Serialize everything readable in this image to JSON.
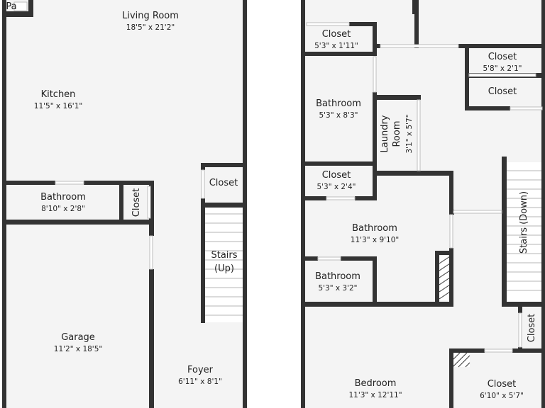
{
  "colors": {
    "wall": "#333333",
    "floor": "#f4f4f4",
    "background": "#ffffff"
  },
  "left_plan": {
    "pantry": {
      "label": "Pa"
    },
    "living_room": {
      "label": "Living Room",
      "dims": "18'5\" x 21'2\""
    },
    "kitchen": {
      "label": "Kitchen",
      "dims": "11'5\" x 16'1\""
    },
    "bathroom": {
      "label": "Bathroom",
      "dims": "8'10\" x 2'8\""
    },
    "closet_small": {
      "label": "Closet"
    },
    "closet_stairs": {
      "label": "Closet"
    },
    "stairs": {
      "line1": "Stairs",
      "line2": "(Up)"
    },
    "garage": {
      "label": "Garage",
      "dims": "11'2\" x 18'5\""
    },
    "foyer": {
      "label": "Foyer",
      "dims": "6'11\" x 8'1\""
    }
  },
  "right_plan": {
    "closet_a": {
      "label": "Closet",
      "dims": "5'3\" x 1'11\""
    },
    "closet_b": {
      "label": "Closet",
      "dims": "5'8\" x 2'1\""
    },
    "closet_c": {
      "label": "Closet"
    },
    "bathroom_a": {
      "label": "Bathroom",
      "dims": "5'3\" x 8'3\""
    },
    "laundry": {
      "line1": "Laundry",
      "line2": "Room",
      "dims": "3'1\" x 5'7\""
    },
    "closet_d": {
      "label": "Closet",
      "dims": "5'3\" x 2'4\""
    },
    "bathroom_b": {
      "label": "Bathroom",
      "dims": "11'3\" x 9'10\""
    },
    "bathroom_c": {
      "label": "Bathroom",
      "dims": "5'3\" x 3'2\""
    },
    "stairs": {
      "label": "Stairs (Down)"
    },
    "closet_e": {
      "label": "Closet"
    },
    "bedroom": {
      "label": "Bedroom",
      "dims": "11'3\" x 12'11\""
    },
    "closet_f": {
      "label": "Closet",
      "dims": "6'10\" x 5'7\""
    }
  }
}
